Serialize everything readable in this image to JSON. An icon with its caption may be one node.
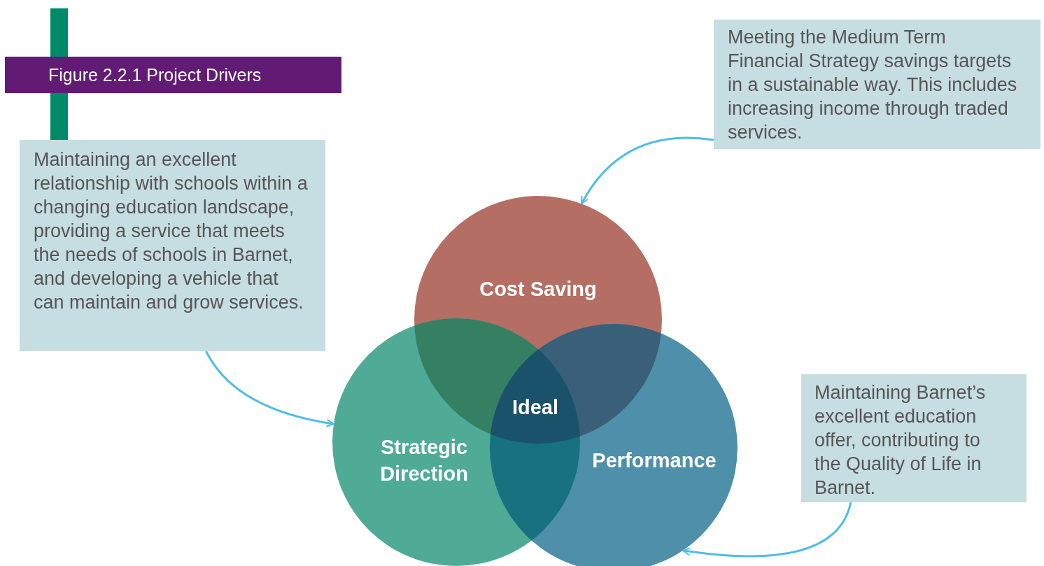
{
  "diagram": {
    "title": "Figure 2.2.1 Project Drivers",
    "nodes": [
      {
        "text": [
          "Maintaining an excellent relationship with schools within a changing education landscape, providing a service that meets the needs of schools in Barnet, and developing a vehicle that can maintain and grow services."
        ]
      },
      {
        "text": [
          "Meeting the Medium Term Financial Strategy savings targets in a sustainable way. This includes increasing income through traded services."
        ]
      },
      {
        "text": [
          "Cost Saving"
        ]
      },
      {
        "text": [
          "Strategic Direction"
        ]
      },
      {
        "text": [
          "Performance"
        ]
      },
      {
        "text": [
          "Maintaining Barnet’s excellent education offer, contributing to the Quality of Life in Barnet."
        ]
      }
    ],
    "edges": [
      {
        "from": 0,
        "to": 3,
        "arrow": "to"
      },
      {
        "from": 1,
        "to": 2,
        "arrow": "to"
      },
      {
        "from": 5,
        "to": 4,
        "arrow": "to"
      }
    ],
    "labels": [
      "Ideal"
    ]
  }
}
